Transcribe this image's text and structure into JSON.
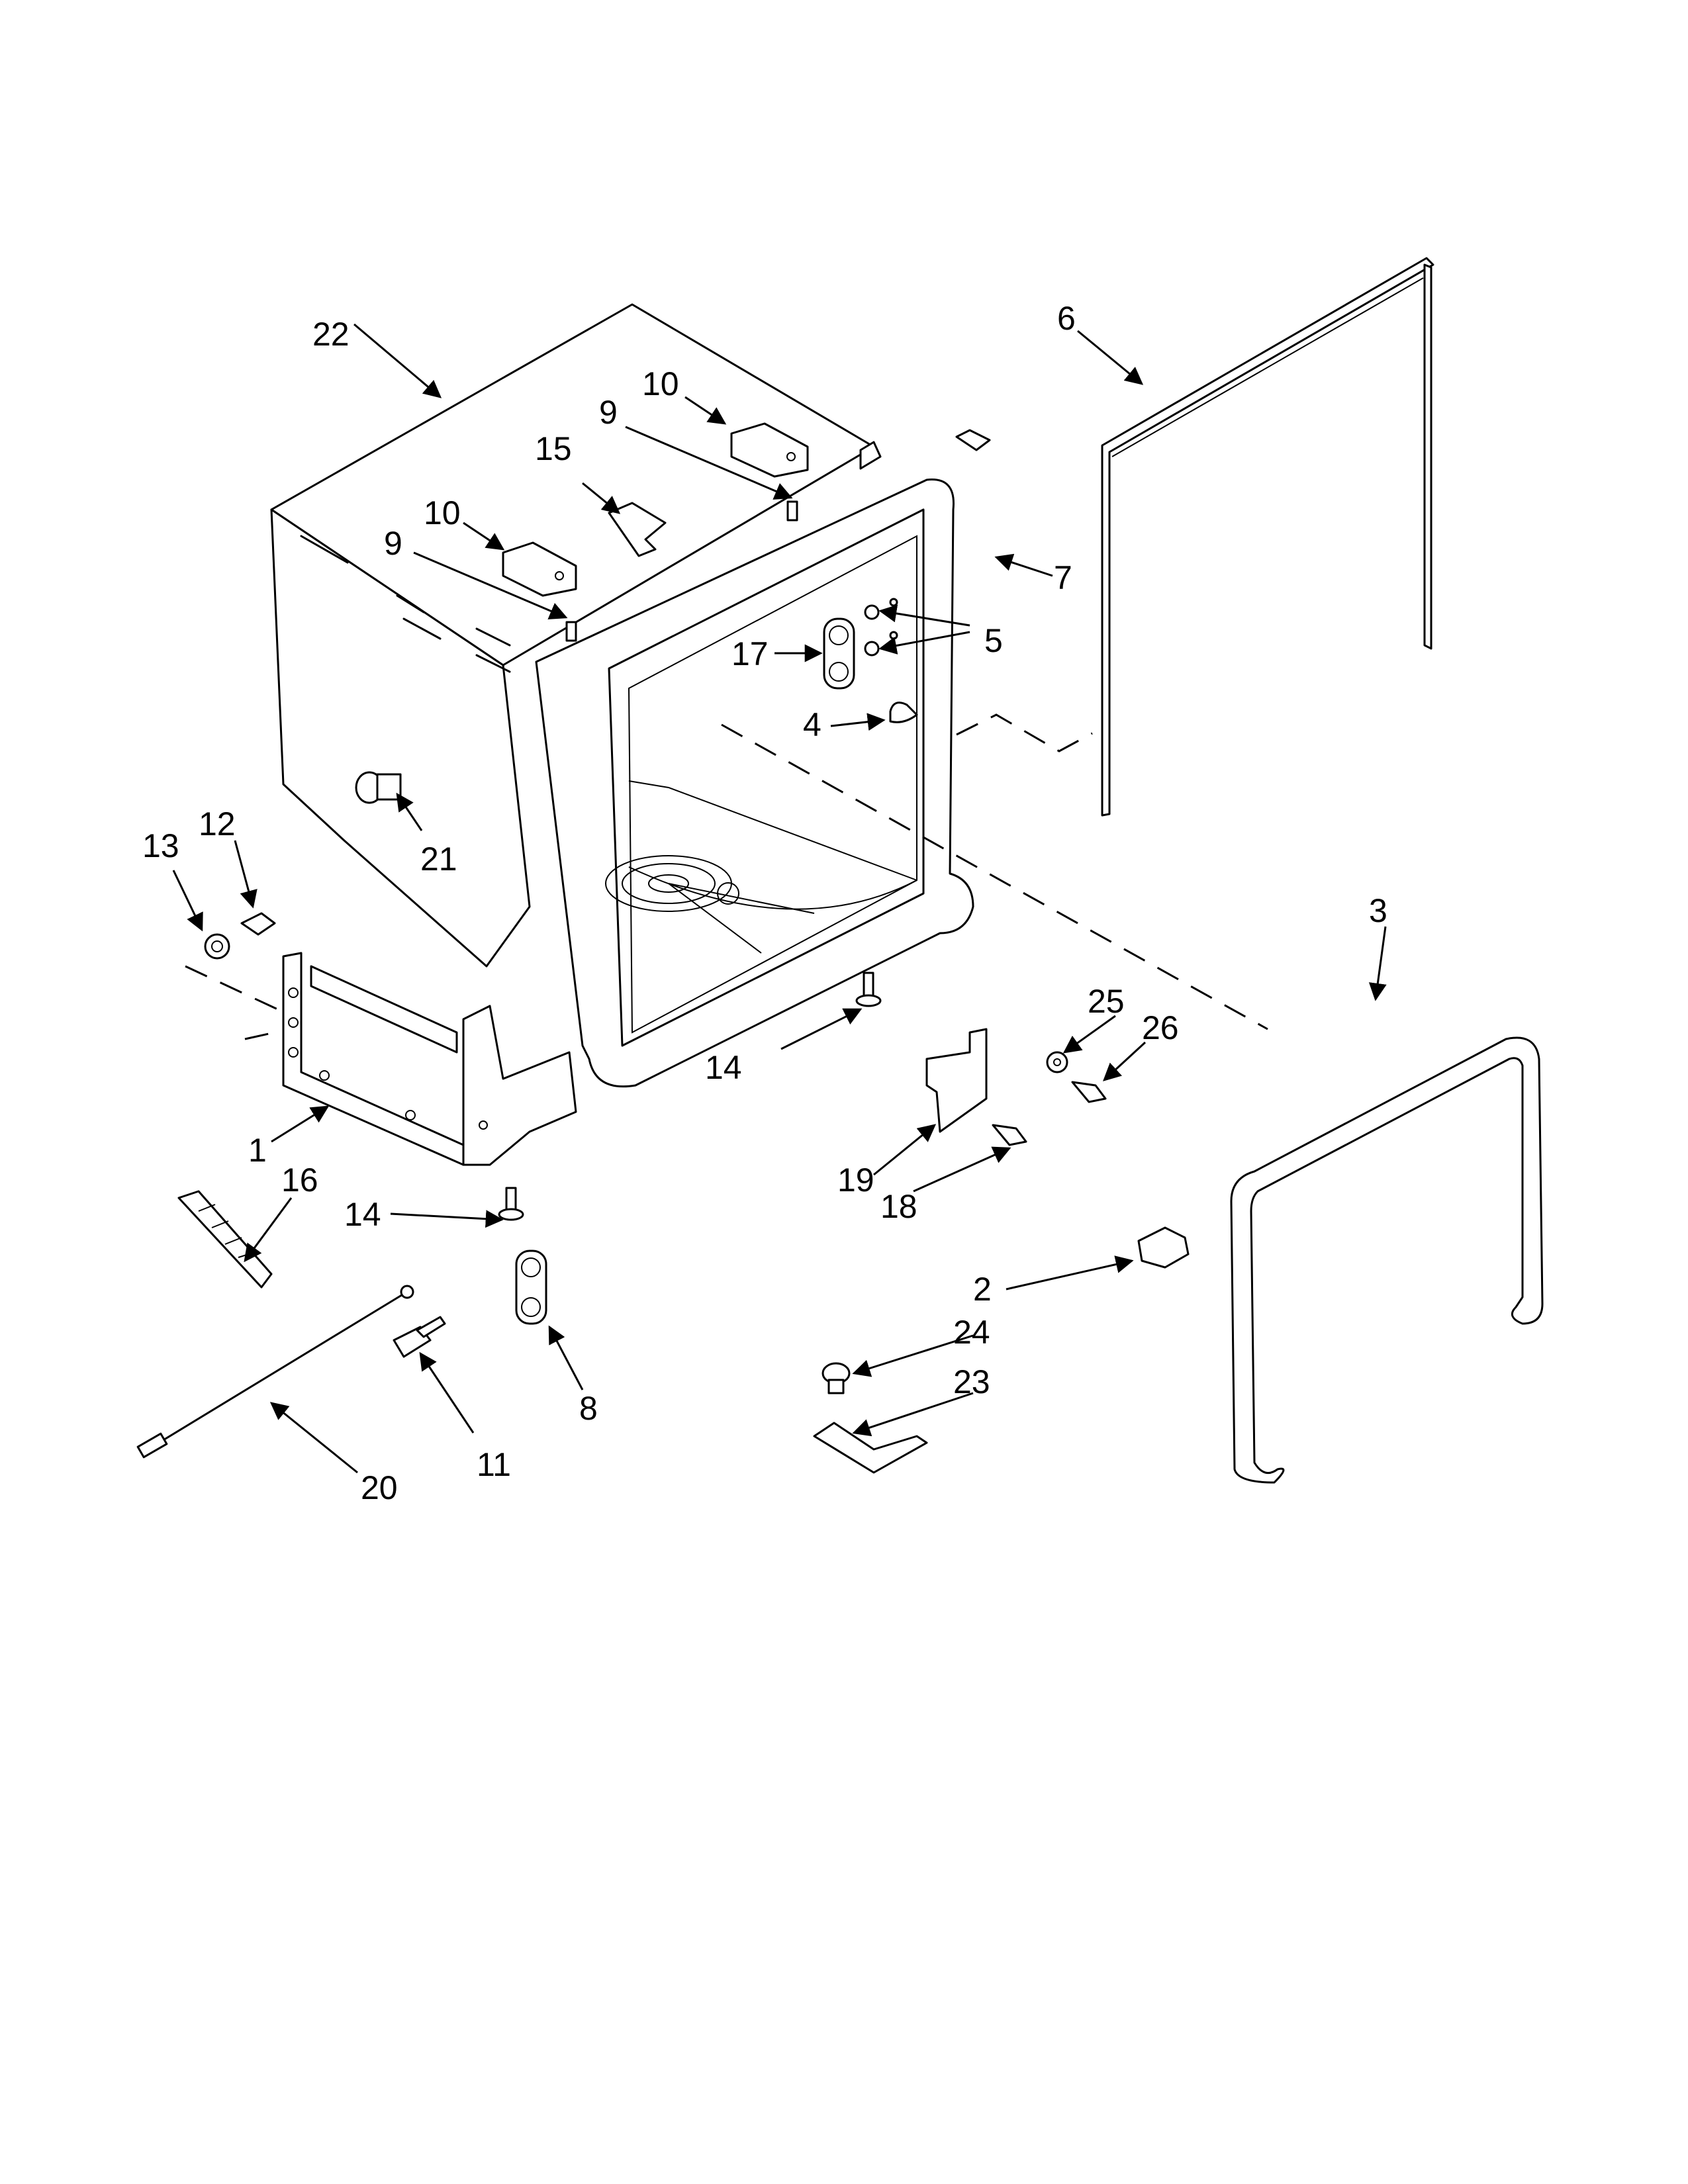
{
  "callouts": {
    "c1": "1",
    "c2": "2",
    "c3": "3",
    "c4": "4",
    "c5": "5",
    "c6": "6",
    "c7": "7",
    "c8": "8",
    "c9a": "9",
    "c9b": "9",
    "c10a": "10",
    "c10b": "10",
    "c11": "11",
    "c12": "12",
    "c13": "13",
    "c14a": "14",
    "c14b": "14",
    "c15": "15",
    "c16": "16",
    "c17": "17",
    "c18": "18",
    "c19": "19",
    "c20": "20",
    "c21": "21",
    "c22": "22",
    "c23": "23",
    "c24": "24",
    "c25": "25",
    "c26": "26"
  }
}
